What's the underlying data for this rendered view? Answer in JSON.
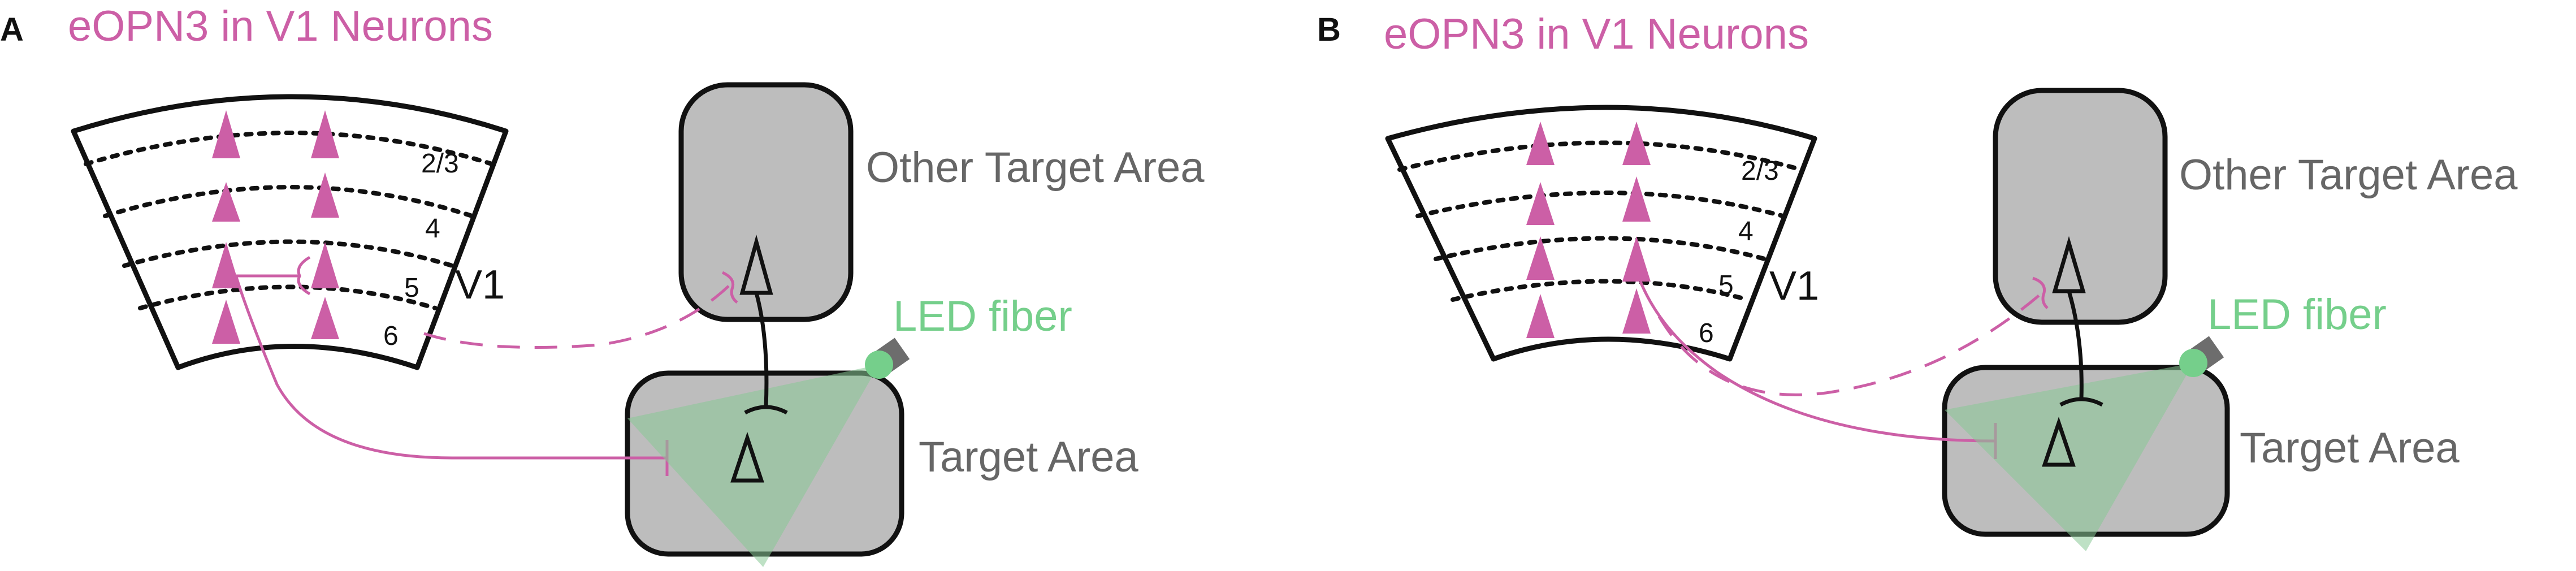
{
  "colors": {
    "opsin": "#cc5fa6",
    "led": "#75cf8b",
    "box_fill": "#bdbdbd",
    "light_cone": "#88c995",
    "fiber_cap": "#6d6d6d"
  },
  "panels": [
    {
      "letter": "A",
      "title": "eOPN3 in V1 Neurons",
      "region_label": "V1",
      "layers": [
        "2/3",
        "4",
        "5",
        "6"
      ],
      "other_target_label": "Other Target Area",
      "target_label": "Target Area",
      "led_label": "LED fiber"
    },
    {
      "letter": "B",
      "title": "eOPN3 in V1 Neurons",
      "region_label": "V1",
      "layers": [
        "2/3",
        "4",
        "5",
        "6"
      ],
      "other_target_label": "Other Target Area",
      "target_label": "Target Area",
      "led_label": "LED fiber"
    }
  ]
}
